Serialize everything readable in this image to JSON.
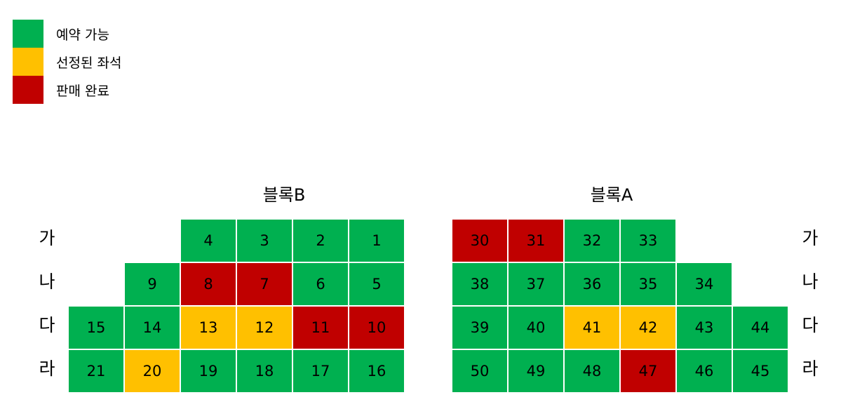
{
  "legend": [
    {
      "label": "예약 가능",
      "status": "available",
      "color": "#00b050"
    },
    {
      "label": "선정된 좌석",
      "status": "selected",
      "color": "#ffc000"
    },
    {
      "label": "판매 완료",
      "status": "sold",
      "color": "#c00000"
    }
  ],
  "blocks": {
    "B": {
      "title": "블록B",
      "rows": [
        {
          "label": "가",
          "seats": [
            {
              "number": "4",
              "status": "available"
            },
            {
              "number": "3",
              "status": "available"
            },
            {
              "number": "2",
              "status": "available"
            },
            {
              "number": "1",
              "status": "available"
            }
          ]
        },
        {
          "label": "나",
          "seats": [
            {
              "number": "9",
              "status": "available"
            },
            {
              "number": "8",
              "status": "sold"
            },
            {
              "number": "7",
              "status": "sold"
            },
            {
              "number": "6",
              "status": "available"
            },
            {
              "number": "5",
              "status": "available"
            }
          ]
        },
        {
          "label": "다",
          "seats": [
            {
              "number": "15",
              "status": "available"
            },
            {
              "number": "14",
              "status": "available"
            },
            {
              "number": "13",
              "status": "selected"
            },
            {
              "number": "12",
              "status": "selected"
            },
            {
              "number": "11",
              "status": "sold"
            },
            {
              "number": "10",
              "status": "sold"
            }
          ]
        },
        {
          "label": "라",
          "seats": [
            {
              "number": "21",
              "status": "available"
            },
            {
              "number": "20",
              "status": "selected"
            },
            {
              "number": "19",
              "status": "available"
            },
            {
              "number": "18",
              "status": "available"
            },
            {
              "number": "17",
              "status": "available"
            },
            {
              "number": "16",
              "status": "available"
            }
          ]
        }
      ]
    },
    "A": {
      "title": "블록A",
      "rows": [
        {
          "label": "가",
          "seats": [
            {
              "number": "30",
              "status": "sold"
            },
            {
              "number": "31",
              "status": "sold"
            },
            {
              "number": "32",
              "status": "available"
            },
            {
              "number": "33",
              "status": "available"
            }
          ]
        },
        {
          "label": "나",
          "seats": [
            {
              "number": "38",
              "status": "available"
            },
            {
              "number": "37",
              "status": "available"
            },
            {
              "number": "36",
              "status": "available"
            },
            {
              "number": "35",
              "status": "available"
            },
            {
              "number": "34",
              "status": "available"
            }
          ]
        },
        {
          "label": "다",
          "seats": [
            {
              "number": "39",
              "status": "available"
            },
            {
              "number": "40",
              "status": "available"
            },
            {
              "number": "41",
              "status": "selected"
            },
            {
              "number": "42",
              "status": "selected"
            },
            {
              "number": "43",
              "status": "available"
            },
            {
              "number": "44",
              "status": "available"
            }
          ]
        },
        {
          "label": "라",
          "seats": [
            {
              "number": "50",
              "status": "available"
            },
            {
              "number": "49",
              "status": "available"
            },
            {
              "number": "48",
              "status": "available"
            },
            {
              "number": "47",
              "status": "sold"
            },
            {
              "number": "46",
              "status": "available"
            },
            {
              "number": "45",
              "status": "available"
            }
          ]
        }
      ]
    }
  }
}
